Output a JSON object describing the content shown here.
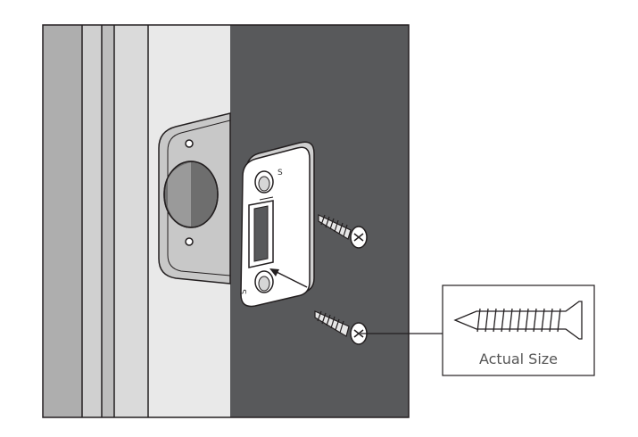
{
  "figure": {
    "strike_plate_markings": [
      "S",
      "S"
    ],
    "callout": {
      "label": "Actual Size"
    },
    "colors": {
      "door_face": "#58595b",
      "jamb_light": "#e9e9e9",
      "jamb_mid": "#c8c8c8",
      "jamb_dark": "#aeaeae",
      "outline": "#231f20",
      "metal_light": "#ffffff",
      "metal_shade": "#d6d6d6"
    }
  }
}
